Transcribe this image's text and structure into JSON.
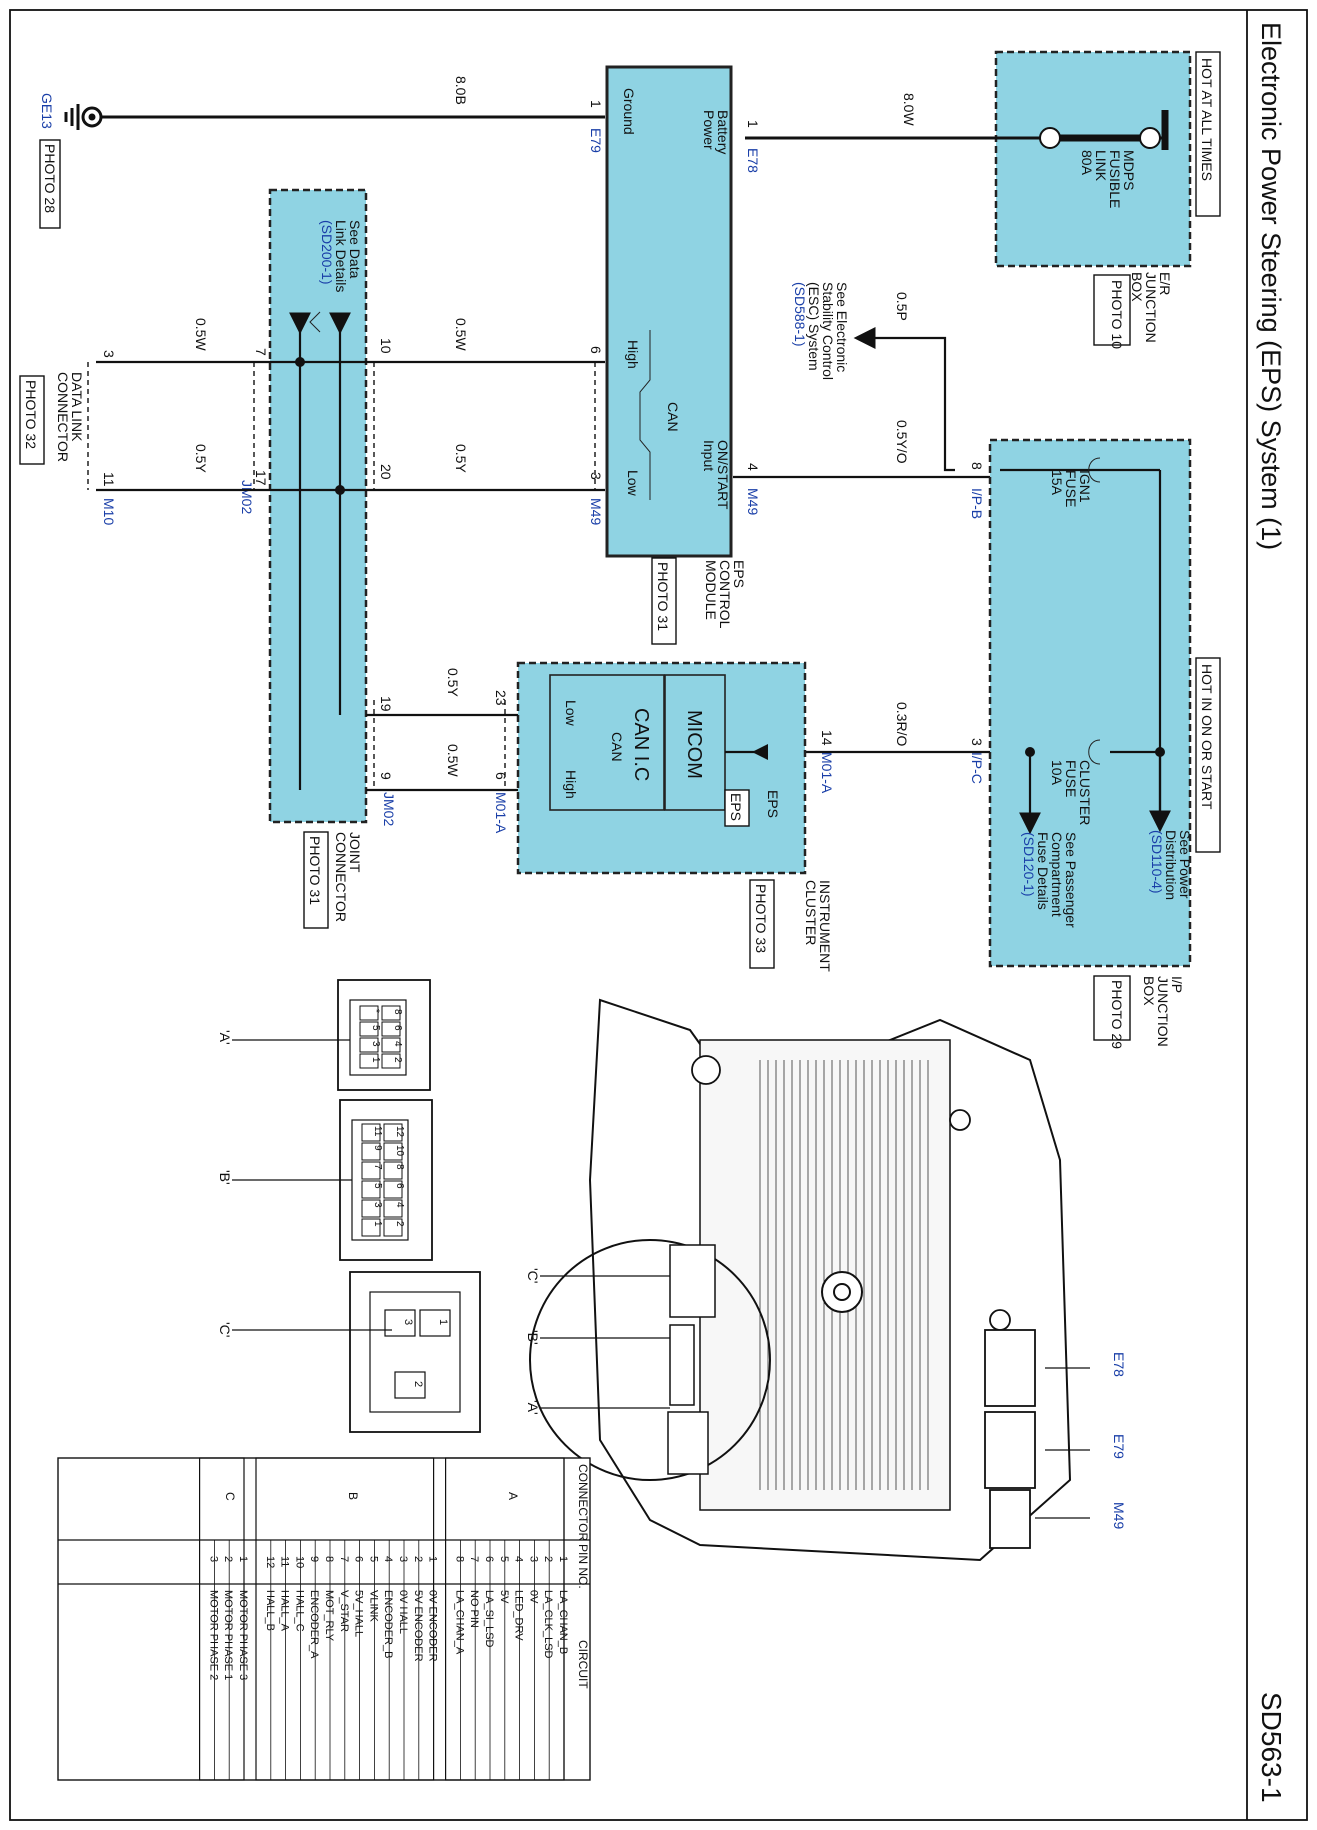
{
  "page": {
    "title": "Electronic Power Steering (EPS) System (1)",
    "code": "SD563-1"
  },
  "hot_at_all_times": "HOT AT ALL TIMES",
  "hot_in_on": "HOT IN ON OR START",
  "er_box": [
    "E/R",
    "JUNCTION",
    "BOX"
  ],
  "er_photo": "PHOTO 10",
  "mdps": [
    "MDPS",
    "FUSIBLE",
    "LINK",
    "80A"
  ],
  "ip_box": [
    "I/P",
    "JUNCTION",
    "BOX"
  ],
  "ip_photo": "PHOTO 29",
  "ign1": [
    "IGN1",
    "FUSE",
    "15A"
  ],
  "cluster_fuse": [
    "CLUSTER",
    "FUSE",
    "10A"
  ],
  "see_power": [
    "See Power",
    "Distribution"
  ],
  "see_power_ref": "(SD110-4)",
  "see_pass": [
    "See Passenger",
    "Compartment",
    "Fuse Details"
  ],
  "see_pass_ref": "(SD120-1)",
  "see_esc": [
    "See Electronic",
    "Stability Control",
    "(ESC) System"
  ],
  "see_esc_ref": "(SD588-1)",
  "see_data": [
    "See Data",
    "Link Details"
  ],
  "see_data_ref": "(SD200-1)",
  "eps_module": {
    "battery_power": [
      "Battery",
      "Power"
    ],
    "ground": "Ground",
    "can": "CAN",
    "high": "High",
    "low": "Low",
    "on_start": [
      "ON/START",
      "Input"
    ],
    "name": [
      "EPS",
      "CONTROL",
      "MODULE"
    ],
    "photo": "PHOTO 31"
  },
  "cluster": {
    "micom": "MICOM",
    "can_ic": "CAN I.C",
    "can": "CAN",
    "low": "Low",
    "high": "High",
    "eps": "EPS",
    "name": [
      "INSTRUMENT",
      "CLUSTER"
    ],
    "photo": "PHOTO 33"
  },
  "joint": {
    "name": [
      "JOINT",
      "CONNECTOR"
    ],
    "photo": "PHOTO 31"
  },
  "dlc": {
    "name": [
      "DATA LINK",
      "CONNECTOR"
    ],
    "photo": "PHOTO 32"
  },
  "ground": {
    "ref": "GE13",
    "photo": "PHOTO 28"
  },
  "wires": {
    "w8_0w": "8.0W",
    "w8_0b": "8.0B",
    "w0_5p": "0.5P",
    "w0_5yo": "0.5Y/O",
    "w0_3ro": "0.3R/O",
    "w0_5w": "0.5W",
    "w0_5y": "0.5Y"
  },
  "conn": {
    "e78": "E78",
    "e79": "E79",
    "m49": "M49",
    "ipb": "I/P-B",
    "ipc": "I/P-C",
    "m01a": "M01-A",
    "jm02": "JM02",
    "m10": "M10"
  },
  "pins": {
    "p1": "1",
    "p3": "3",
    "p4": "4",
    "p6": "6",
    "p7": "7",
    "p8": "8",
    "p9": "9",
    "p10": "10",
    "p11": "11",
    "p14": "14",
    "p17": "17",
    "p19": "19",
    "p20": "20",
    "p23": "23"
  },
  "conn_views": {
    "a_label": "'A'",
    "b_label": "'B'",
    "c_label": "'C'",
    "a_pins": [
      "8",
      "6",
      "4",
      "2",
      "*",
      "5",
      "3",
      "1"
    ],
    "b_pins": [
      "12",
      "10",
      "8",
      "6",
      "4",
      "2",
      "11",
      "9",
      "7",
      "5",
      "3",
      "1"
    ],
    "c_pins": [
      "1",
      "3",
      "2"
    ]
  },
  "table": {
    "h_connector": "CONNECTOR",
    "h_pin": "PIN NO.",
    "h_circuit": "CIRCUIT",
    "groups": [
      {
        "name": "A",
        "rows": [
          [
            "1",
            "LA_CHAN_B"
          ],
          [
            "2",
            "LA_CLK_LSD"
          ],
          [
            "3",
            "0V"
          ],
          [
            "4",
            "LED_DRV"
          ],
          [
            "5",
            "5V"
          ],
          [
            "6",
            "LA_SI_LSD"
          ],
          [
            "7",
            "NO PIN"
          ],
          [
            "8",
            "LA_CHAN_A"
          ]
        ]
      },
      {
        "name": "B",
        "rows": [
          [
            "1",
            "0V ENCODER"
          ],
          [
            "2",
            "5V ENCODER"
          ],
          [
            "3",
            "0V HALL"
          ],
          [
            "4",
            "ENCODER_B"
          ],
          [
            "5",
            "VLINK"
          ],
          [
            "6",
            "5V_HALL"
          ],
          [
            "7",
            "V_STAR"
          ],
          [
            "8",
            "MOT_RLY"
          ],
          [
            "9",
            "ENCODER_A"
          ],
          [
            "10",
            "HALL_C"
          ],
          [
            "11",
            "HALL_A"
          ],
          [
            "12",
            "HALL_B"
          ]
        ]
      },
      {
        "name": "C",
        "rows": [
          [
            "1",
            "MOTOR PHASE 3"
          ],
          [
            "2",
            "MOTOR PHASE 1"
          ],
          [
            "3",
            "MOTOR PHASE 2"
          ]
        ]
      }
    ]
  }
}
